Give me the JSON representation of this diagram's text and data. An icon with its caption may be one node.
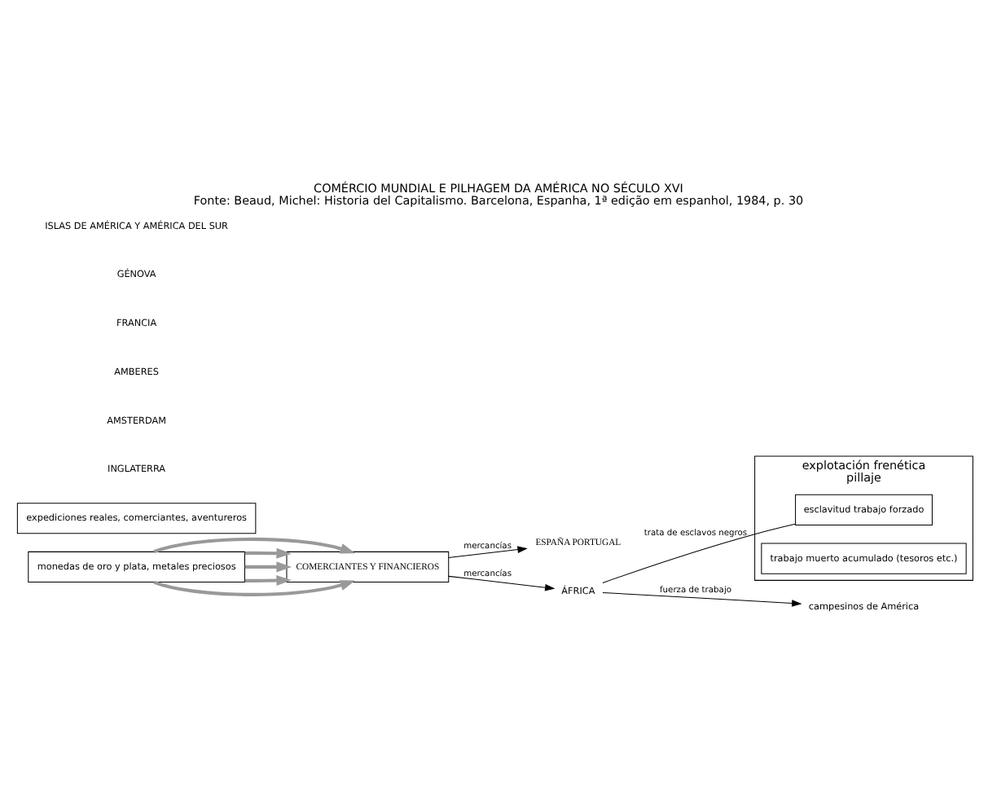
{
  "diagram": {
    "title": "COMÉRCIO MUNDIAL E PILHAGEM DA AMÉRICA NO SÉCULO XVI",
    "caption": "Fonte: Beaud, Michel: Historia del Capitalismo. Barcelona, Espanha, 1ª edição em espanhol, 1984, p. 30",
    "nodes": [
      {
        "text": [
          "explotación frenética",
          "pillaje"
        ]
      },
      {
        "text": [
          "esclavitud trabajo forzado"
        ],
        "in": 0
      },
      {
        "text": [
          "trabajo muerto acumulado (tesoros etc.)"
        ],
        "in": 0
      },
      {
        "text": [
          "expediciones reales, comerciantes, aventureros"
        ]
      },
      {
        "text": [
          "monedas de oro y plata, metales preciosos"
        ]
      },
      {
        "text": [
          "COMERCIANTES Y FINANCIEROS"
        ]
      },
      {
        "text": [
          "campesinos de América"
        ]
      },
      {
        "text": [
          "ESPAÑA PORTUGAL"
        ]
      },
      {
        "text": [
          "ÁFRICA"
        ]
      }
    ],
    "edges": [
      {
        "from": 4,
        "to": 5,
        "arrow": "to"
      },
      {
        "from": 4,
        "to": 5,
        "arrow": "to"
      },
      {
        "from": 4,
        "to": 5,
        "arrow": "to"
      },
      {
        "from": 4,
        "to": 5,
        "arrow": "to"
      },
      {
        "from": 4,
        "to": 5,
        "arrow": "to"
      },
      {
        "from": 5,
        "to": 7,
        "arrow": "to",
        "label": "mercancías",
        "color": "#000000"
      },
      {
        "from": 5,
        "to": 8,
        "arrow": "to",
        "label": "mercancías",
        "color": "#000000"
      },
      {
        "from": 8,
        "to": 1,
        "arrow": "none",
        "label": "trata de esclavos negros",
        "color": "#000000"
      },
      {
        "from": 8,
        "to": 6,
        "arrow": "to",
        "label": "fuerza de trabajo",
        "color": "#000000"
      }
    ],
    "labels": [
      "INGLATERRA",
      "AMSTERDAM",
      "AMBERES",
      "FRANCIA",
      "GÉNOVA",
      "ISLAS DE AMÉRICA Y AMÉRICA DEL SUR"
    ]
  }
}
